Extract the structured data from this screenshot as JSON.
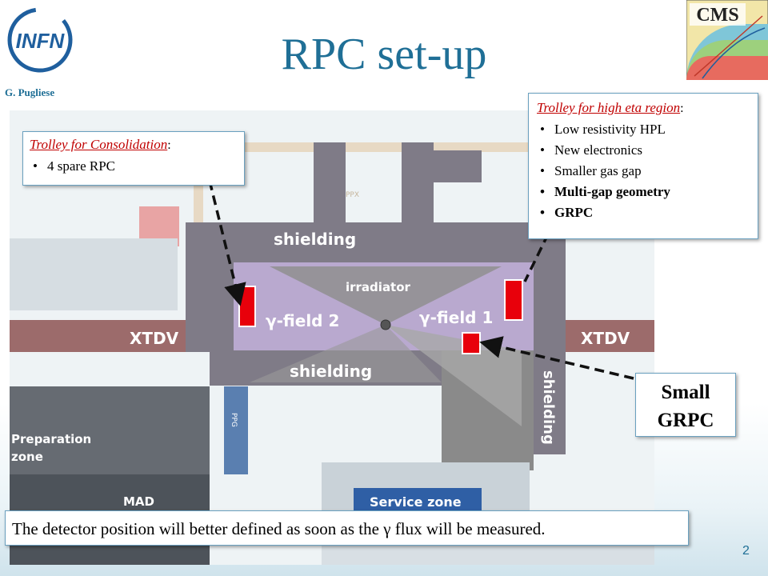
{
  "title": "RPC set-up",
  "author": "G. Pugliese",
  "slide_number": "2",
  "logos": {
    "infn": {
      "text": "INFN",
      "color": "#1f5f9e"
    },
    "cms": {
      "text": "CMS"
    }
  },
  "map_labels": {
    "ppx": "PPX",
    "shielding_top": "shielding",
    "irradiator": "irradiator",
    "gamma_field_2": "γ-field 2",
    "gamma_field_1": "γ-field 1",
    "xtdv_left": "XTDV",
    "xtdv_right": "XTDV",
    "shielding_bottom": "shielding",
    "shielding_right": "shielding",
    "ppg": "PPG",
    "preparation_zone_line1": "Preparation",
    "preparation_zone_line2": "zone",
    "mad": "MAD",
    "service_zone": "Service zone"
  },
  "consolidation_box": {
    "title": "Trolley for Consolidation",
    "colon": ":",
    "items": [
      "4 spare RPC"
    ]
  },
  "high_eta_box": {
    "title": "Trolley for high eta region",
    "colon": ":",
    "items": [
      "Low resistivity HPL",
      "New electronics",
      "Smaller gas gap",
      "Multi-gap geometry",
      "GRPC"
    ]
  },
  "small_grpc": {
    "line1": "Small",
    "line2": "GRPC"
  },
  "footnote": {
    "before": "The detector position will better defined as soon as the ",
    "symbol": "γ",
    "after": " flux will be measured."
  },
  "colors": {
    "title": "#1f6f96",
    "callout_title": "#c00000",
    "rpc": "#e8000b",
    "purple_area": "#b9a9cf",
    "shield_block": "#7f7b87"
  }
}
